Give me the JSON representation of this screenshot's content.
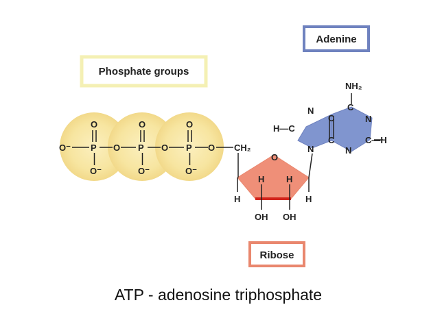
{
  "labels": {
    "adenine": "Adenine",
    "phosphate_groups": "Phosphate groups",
    "ribose": "Ribose"
  },
  "caption": "ATP - adenosine triphosphate",
  "atoms": {
    "o": "O",
    "o_minus": "O⁻",
    "p": "P",
    "ch2": "CH₂",
    "h": "H",
    "oh": "OH",
    "n": "N",
    "c": "C",
    "nh2": "NH₂",
    "h_dash_c": "H—C",
    "c_dash_h": "C—H"
  },
  "colors": {
    "adenine_fill": "#8095cf",
    "adenine_border": "#6f82bf",
    "phosphate_fill": "#f6e39a",
    "phosphate_label_border": "#f4f0b4",
    "ribose_fill": "#ef8f78",
    "ribose_border": "#e9876e",
    "ribose_bond": "#d2241c"
  }
}
